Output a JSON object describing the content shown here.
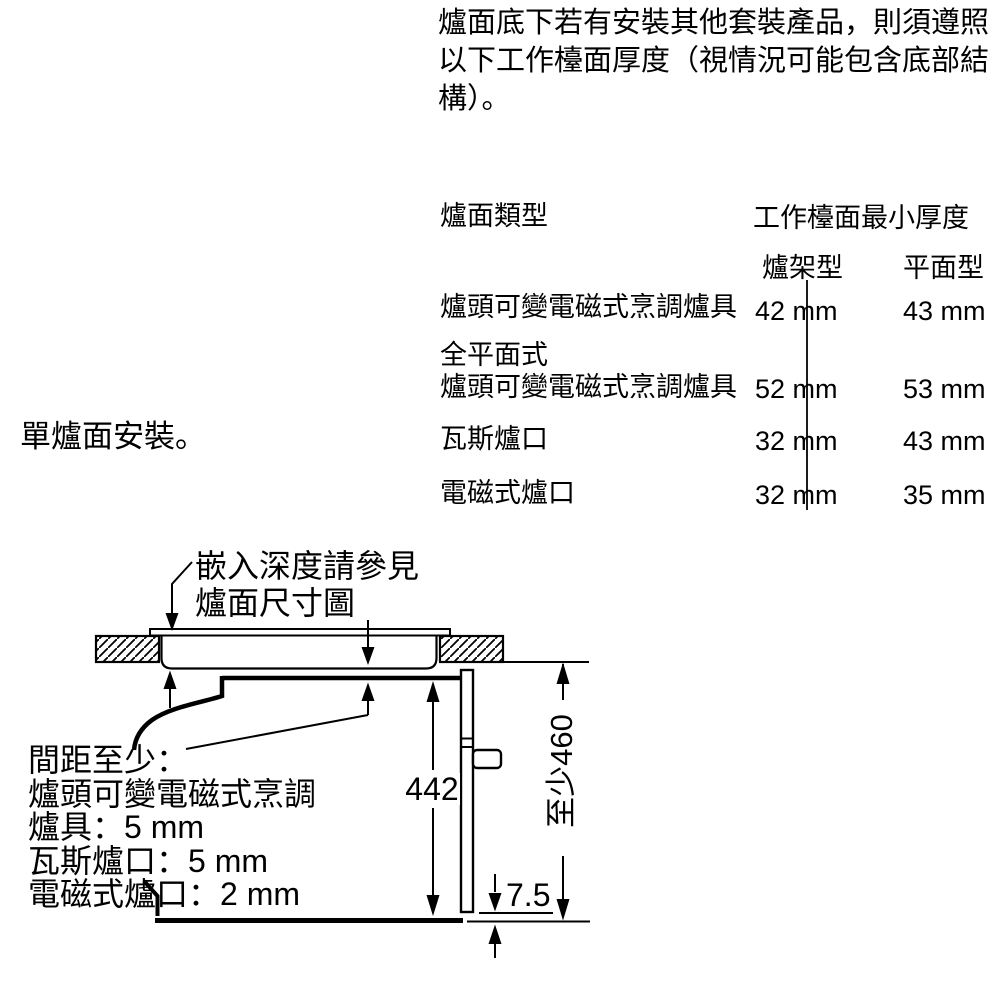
{
  "page": {
    "background_color": "#ffffff",
    "ink_color": "#000000"
  },
  "intro": {
    "lines": [
      "爐面底下若有安裝其他套裝產品，則須遵照",
      "以下工作檯面厚度（視情況可能包含底部結",
      "構）。"
    ]
  },
  "section_label": "單爐面安裝。",
  "table": {
    "col_type_header": "爐面類型",
    "col_thickness_header": "工作檯面最小厚度",
    "subheaders": {
      "rack": "爐架型",
      "flat": "平面型"
    },
    "rows": [
      {
        "type_lines": [
          "爐頭可變電磁式烹調爐具"
        ],
        "rack": "42 mm",
        "flat": "43 mm"
      },
      {
        "type_lines": [
          "全平面式",
          "爐頭可變電磁式烹調爐具"
        ],
        "rack": "52 mm",
        "flat": "53 mm"
      },
      {
        "type_lines": [
          "瓦斯爐口"
        ],
        "rack": "32 mm",
        "flat": "43 mm"
      },
      {
        "type_lines": [
          "電磁式爐口"
        ],
        "rack": "32 mm",
        "flat": "35 mm"
      }
    ]
  },
  "diagram": {
    "depth_note_lines": [
      "嵌入深度請參見",
      "爐面尺寸圖"
    ],
    "clearance_lines": [
      "間距至少：",
      "爐頭可變電磁式烹調",
      "爐具：5 mm",
      "瓦斯爐口：5 mm",
      "電磁式爐口：2 mm"
    ],
    "dimensions": {
      "oven_height": "442",
      "niche_min_height": "至少460",
      "bottom_gap": "7.5"
    }
  }
}
